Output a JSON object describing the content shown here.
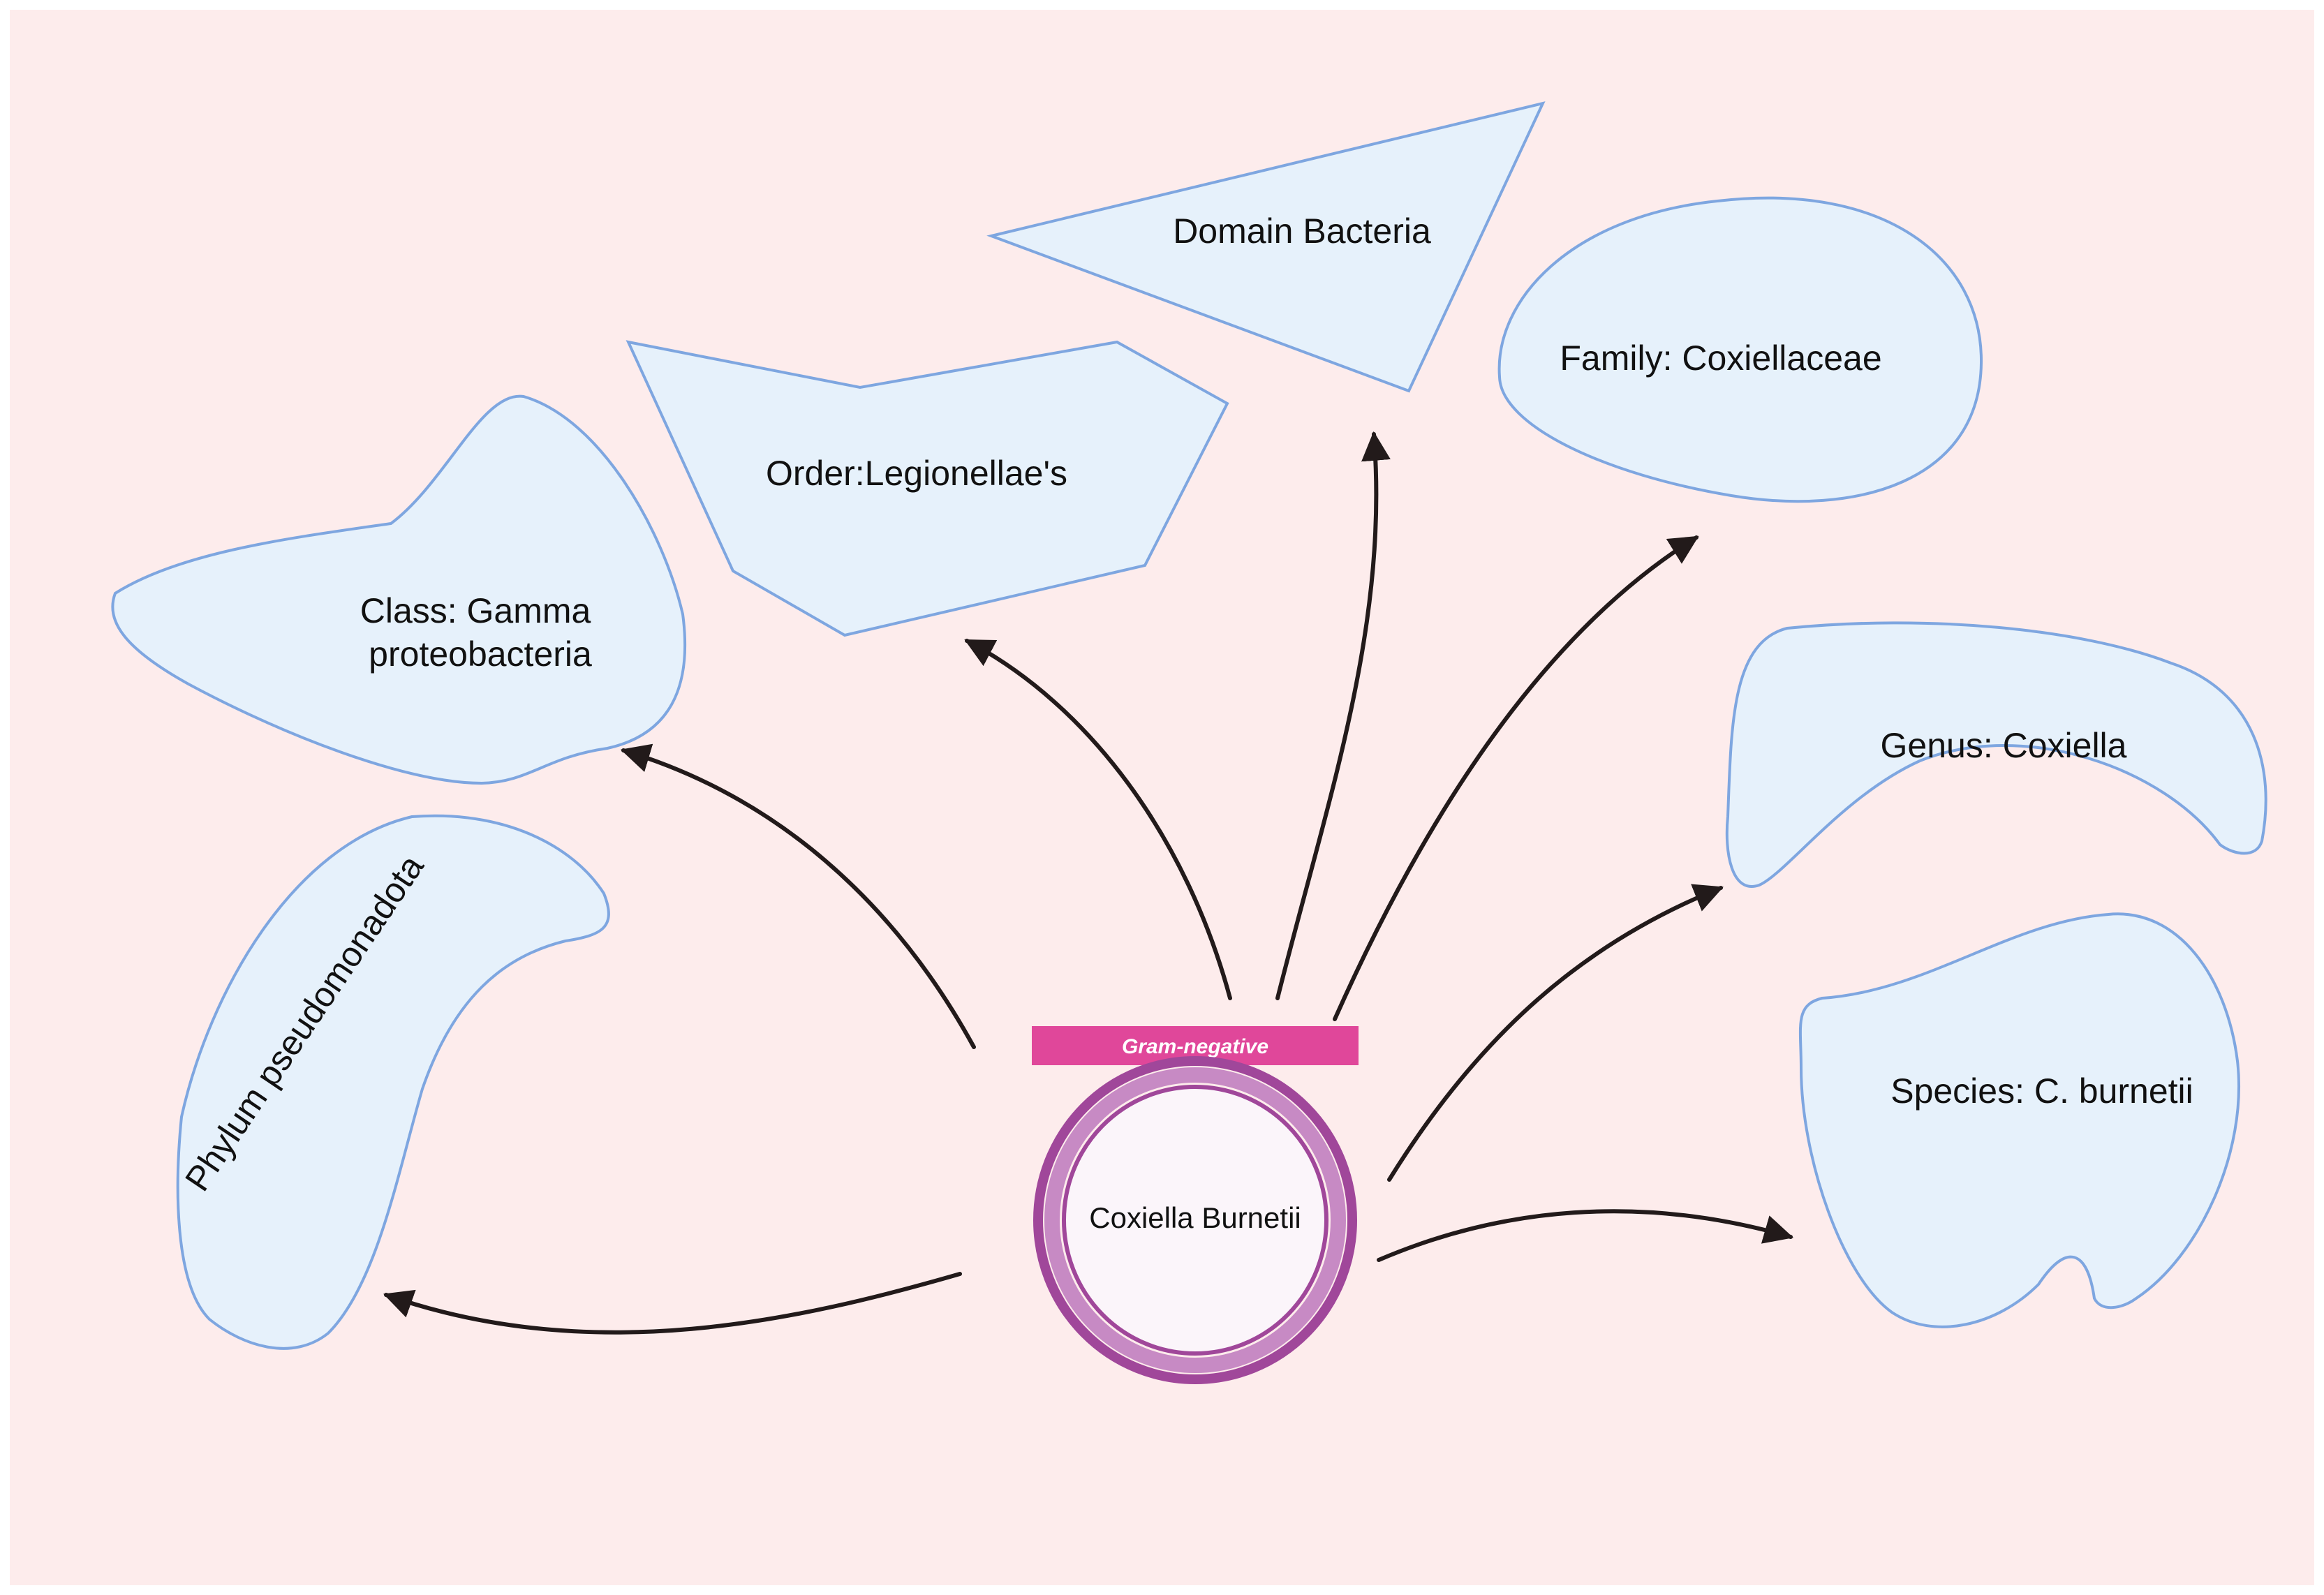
{
  "colors": {
    "background": "#fdecec",
    "node_fill": "#e6f1fb",
    "node_stroke": "#7ea6e0",
    "arrow": "#221a1a",
    "badge": "#e0479a",
    "ring_outer": "#a0479a",
    "ring_inner": "#c78ac4"
  },
  "center": {
    "badge": "Gram-negative",
    "label": "Coxiella Burnetii"
  },
  "nodes": {
    "domain": "Domain Bacteria",
    "family": "Family: Coxiellaceae",
    "order": "Order:Legionellae's",
    "class_line1": "Class: Gamma",
    "class_line2": "proteobacteria",
    "phylum": "Phylum pseudomonadota",
    "genus": "Genus: Coxiella",
    "species": "Species: C. burnetii"
  }
}
